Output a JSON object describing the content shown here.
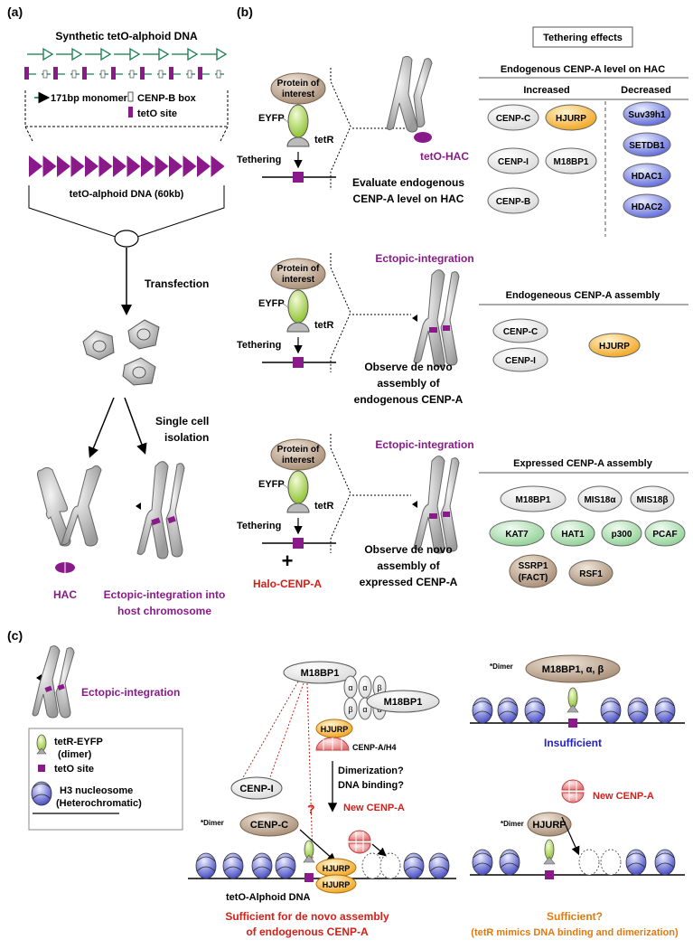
{
  "panel_a": {
    "label": "(a)",
    "title": "Synthetic tetO-alphoid DNA",
    "legend_monomer": "171bp monomer",
    "legend_cenpb": "CENP-B box",
    "legend_teto": "tetO site",
    "array_label": "tetO-alphoid DNA (60kb)",
    "transfection": "Transfection",
    "single_cell": "Single cell",
    "isolation": "isolation",
    "hac": "HAC",
    "ectopic_line1": "Ectopic-integration into",
    "ectopic_line2": "host chromosome"
  },
  "panel_b": {
    "label": "(b)",
    "tethering_effects": "Tethering effects",
    "protein_line1": "Protein of",
    "protein_line2": "interest",
    "eyfp": "EYFP",
    "tetr": "tetR",
    "tethering": "Tethering",
    "row1": {
      "teto_hac": "tetO-HAC",
      "desc_line1": "Evaluate endogenous",
      "desc_line2": "CENP-A level on HAC",
      "header": "Endogenous CENP-A level on HAC",
      "increased": "Increased",
      "decreased": "Decreased",
      "increased_items": [
        "CENP-C",
        "HJURP",
        "CENP-I",
        "M18BP1",
        "CENP-B"
      ],
      "decreased_items": [
        "Suv39h1",
        "SETDB1",
        "HDAC1",
        "HDAC2"
      ]
    },
    "row2": {
      "ectopic": "Ectopic-integration",
      "desc_line1": "Observe de novo",
      "desc_line2": "assembly of",
      "desc_line3": "endogenous CENP-A",
      "header": "Endogeneous CENP-A assembly",
      "items": [
        "CENP-C",
        "CENP-I",
        "HJURP"
      ]
    },
    "row3": {
      "ectopic": "Ectopic-integration",
      "plus": "+",
      "halo": "Halo-CENP-A",
      "desc_line1": "Observe de novo",
      "desc_line2": "assembly of",
      "desc_line3": "expressed CENP-A",
      "header": "Expressed CENP-A assembly",
      "items": [
        "M18BP1",
        "MIS18α",
        "MIS18β",
        "KAT7",
        "HAT1",
        "p300",
        "PCAF",
        "SSRP1",
        "(FACT)",
        "RSF1"
      ]
    }
  },
  "panel_c": {
    "label": "(c)",
    "ectopic": "Ectopic-integration",
    "legend_tetr_line1": "tetR-EYFP",
    "legend_tetr_line2": "(dimer)",
    "legend_teto": "tetO site",
    "legend_h3_line1": "H3 nucleosome",
    "legend_h3_line2": "(Heterochromatic)",
    "m18bp1": "M18BP1",
    "alpha": "α",
    "beta": "β",
    "hjurp": "HJURP",
    "cenpa_h4": "CENP-A/H4",
    "dimerization": "Dimerization?",
    "dna_binding": "DNA binding?",
    "new_cenpa": "New CENP-A",
    "cenpi": "CENP-I",
    "dimer": "*Dimer",
    "cenpc": "CENP-C",
    "question": "?",
    "teto_alphoid": "tetO-Alphoid DNA",
    "sufficient_line1": "Sufficient for de novo assembly",
    "sufficient_line2": "of endogenous CENP-A",
    "dimer_m18": "M18BP1, α, β",
    "insufficient": "Insufficient",
    "sufficient_q": "Sufficient?",
    "tetr_mimics": "(tetR mimics DNA binding and dimerization)"
  },
  "colors": {
    "purple": "#8a1a8a",
    "red": "#d0201a",
    "orange": "#e07a10",
    "blue": "#2222bb",
    "green_arrow": "#0e7a4a"
  }
}
